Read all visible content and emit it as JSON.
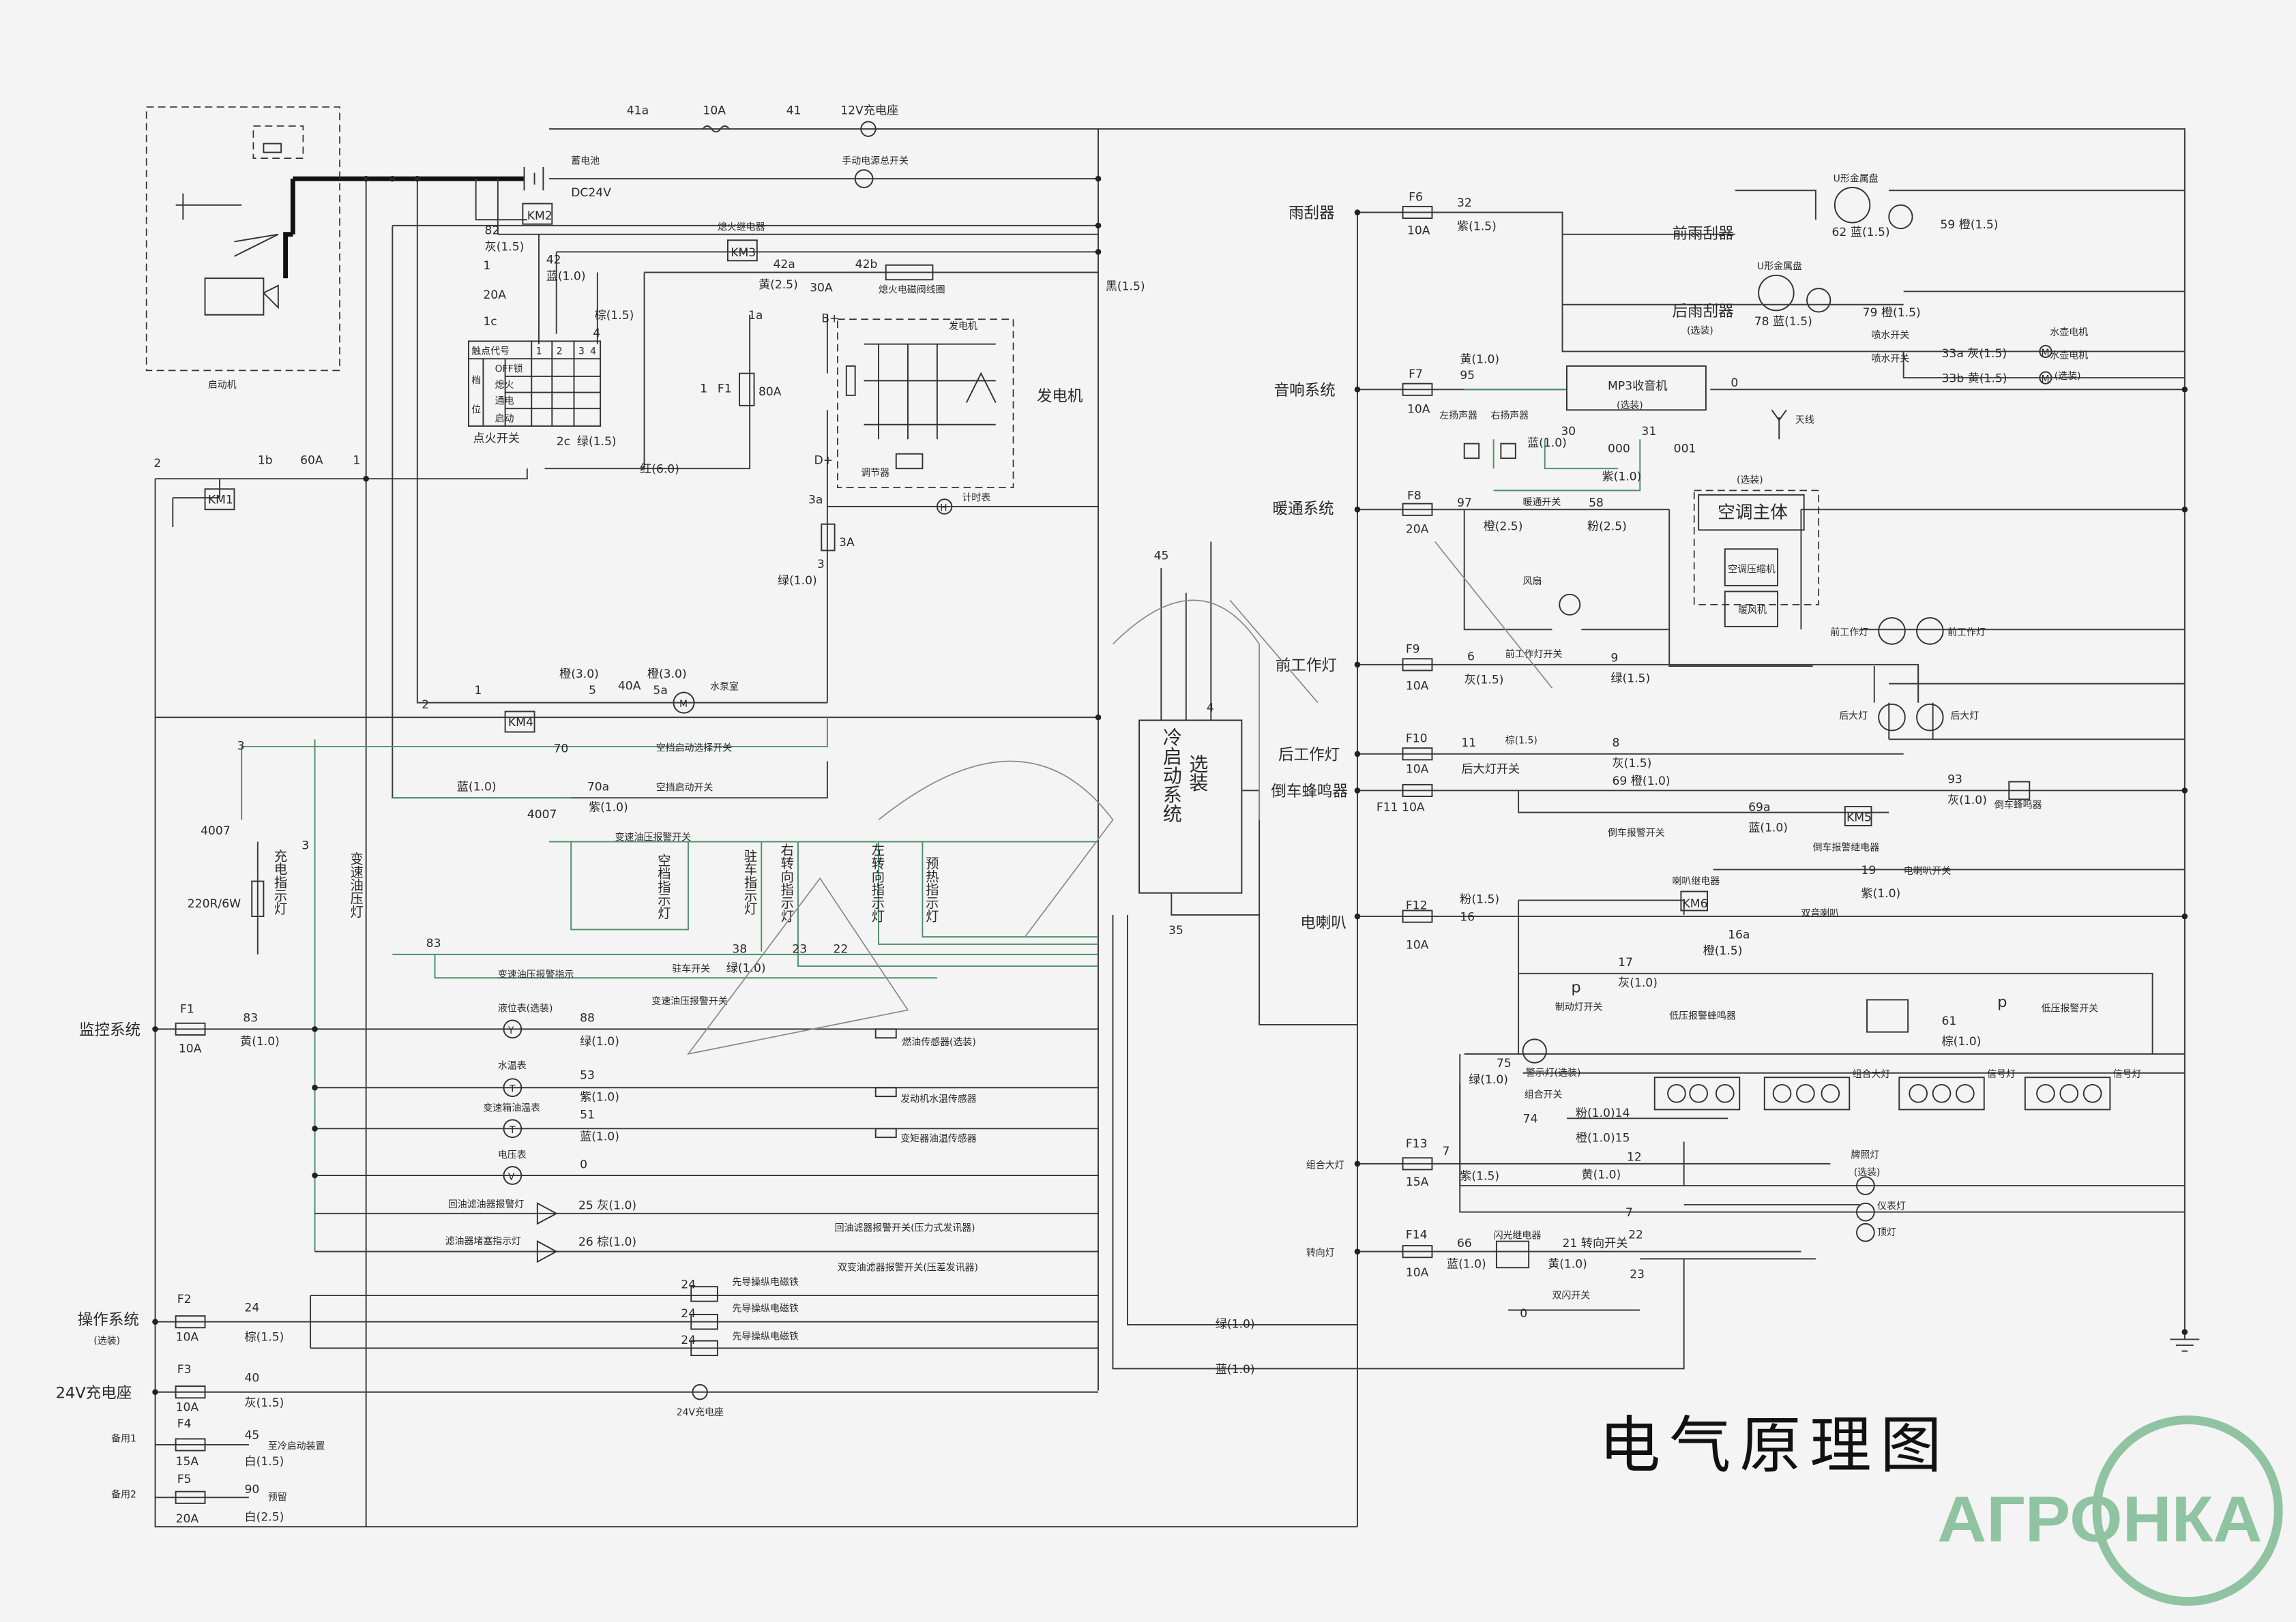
{
  "title": "电气原理图",
  "logo_text": "АГРОНКА",
  "colors": {
    "background": "#f3f4f3",
    "wire": "#3a3a3a",
    "wire_green": "#4f8f6a",
    "logo": "#8fc3a2"
  },
  "top": [
    "41a",
    "10A",
    "41",
    "12V充电座",
    "蓄电池",
    "DC24V",
    "手动电源总开关",
    "KM2",
    "熄火继电器",
    "82",
    "灰(1.5)",
    "KM3",
    "42",
    "蓝(1.0)",
    "42a",
    "黄(2.5)",
    "30A",
    "42b",
    "熄火电磁阀线圈",
    "黑(1.5)",
    "20A",
    "1",
    "1c",
    "棕(1.5)",
    "4",
    "启动机"
  ],
  "ignition": {
    "header": "触点代号",
    "cols": [
      "1",
      "2",
      "3",
      "4"
    ],
    "pos": [
      "档",
      "位"
    ],
    "rows": [
      "OFF锁",
      "熄火",
      "通电",
      "启动"
    ],
    "name": "点火开关",
    "out": [
      "2c",
      "绿(1.5)"
    ]
  },
  "generator": [
    "1a",
    "B+",
    "发电机",
    "发电机",
    "1",
    "F1",
    "80A",
    "D+",
    "调节器",
    "红(6.0)",
    "3a",
    "3A",
    "3",
    "绿(1.0)",
    "计时表",
    "H"
  ],
  "start": [
    "2",
    "1b",
    "60A",
    "1",
    "KM1",
    "45",
    "4",
    "35",
    "冷启动系统",
    "选装"
  ],
  "pump": [
    "1",
    "橙(3.0)",
    "5",
    "40A",
    "5a",
    "橙(3.0)",
    "M",
    "水泵室",
    "2",
    "KM4"
  ],
  "neutral": [
    "3",
    "70",
    "空挡启动选择开关",
    "蓝(1.0)",
    "70a",
    "紫(1.0)",
    "空挡启动开关",
    "4007"
  ],
  "indicators": [
    "4007",
    "220R/6W",
    "3",
    "充电指示灯",
    "变速油压灯",
    "变速油压报警开关",
    "空档指示灯",
    "驻车指示灯",
    "右转向指示灯",
    "左转向指示灯",
    "预热指示灯",
    "83",
    "38",
    "驻车开关",
    "绿(1.0)",
    "23",
    "22",
    "变速油压报警指示",
    "变速油压报警开关"
  ],
  "monitor": [
    "监控系统",
    "F1",
    "10A",
    "83",
    "黄(1.0)",
    "液位表(选装)",
    "Y",
    "88",
    "绿(1.0)",
    "燃油传感器(选装)",
    "水温表",
    "T",
    "53",
    "紫(1.0)",
    "发动机水温传感器",
    "变速箱油温表",
    "T",
    "51",
    "蓝(1.0)",
    "变矩器油温传感器",
    "电压表",
    "V",
    "0",
    "回油滤油器报警灯",
    "25 灰(1.0)",
    "回油滤器报警开关(压力式发讯器)",
    "滤油器堵塞指示灯",
    "26 棕(1.0)",
    "双变油滤器报警开关(压差发讯器)"
  ],
  "operation": [
    "操作系统",
    "(选装)",
    "F2",
    "10A",
    "24",
    "棕(1.5)",
    "24",
    "先导操纵电磁铁",
    "24",
    "先导操纵电磁铁",
    "24",
    "先导操纵电磁铁"
  ],
  "charger": [
    "24V充电座",
    "F3",
    "10A",
    "40",
    "灰(1.5)",
    "24V充电座"
  ],
  "spare": [
    "备用1",
    "F4",
    "15A",
    "45",
    "至冷启动装置",
    "白(1.5)",
    "备用2",
    "F5",
    "20A",
    "90",
    "预留",
    "白(2.5)"
  ],
  "wiper": [
    "雨刮器",
    "F6",
    "10A",
    "32",
    "紫(1.5)",
    "前雨刮器",
    "62 蓝(1.5)",
    "59 橙(1.5)",
    "U形金属盘",
    "后雨刮器",
    "(选装)",
    "78 蓝(1.5)",
    "79 橙(1.5)",
    "喷水开关",
    "喷水开关",
    "33a 灰(1.5)",
    "33b 黄(1.5)",
    "水壶电机",
    "水壶电机",
    "(选装)",
    "U形金属盘",
    "M",
    "M"
  ],
  "audio": [
    "音响系统",
    "F7",
    "10A",
    "黄(1.0)",
    "95",
    "MP3收音机",
    "(选装)",
    "0",
    "天线",
    "左扬声器",
    "右扬声器",
    "30",
    "蓝(1.0)",
    "31",
    "000",
    "001",
    "紫(1.0)"
  ],
  "hvac": [
    "暖通系统",
    "F8",
    "20A",
    "97",
    "暖通开关",
    "58",
    "橙(2.5)",
    "粉(2.5)",
    "(选装)",
    "空调主体",
    "空调压缩机",
    "暖风机",
    "风扇"
  ],
  "worklight": [
    "前工作灯",
    "F9",
    "10A",
    "6",
    "前工作灯开关",
    "灰(1.5)",
    "9",
    "绿(1.5)",
    "前工作灯",
    "前工作灯",
    "后大灯",
    "后大灯",
    "后工作灯",
    "F10",
    "10A",
    "11",
    "棕(1.5)",
    "后大灯开关",
    "8",
    "灰(1.5)",
    "69 橙(1.0)"
  ],
  "reverse": [
    "倒车蜂鸣器",
    "F11 10A",
    "93",
    "灰(1.0)",
    "倒车蜂鸣器",
    "倒车报警开关",
    "69a",
    "蓝(1.0)",
    "KM5",
    "倒车报警继电器"
  ],
  "horn": [
    "电喇叭开关",
    "19",
    "紫(1.0)",
    "喇叭继电器",
    "KM6",
    "双音喇叭",
    "电喇叭",
    "F12",
    "10A",
    "粉(1.5)",
    "16",
    "16a",
    "橙(1.5)",
    "17",
    "灰(1.0)",
    "制动灯开关",
    "低压报警蜂鸣器",
    "61",
    "棕(1.0)",
    "低压报警开关",
    "p",
    "p"
  ],
  "lights": [
    "75",
    "警示灯(选装)",
    "绿(1.0)",
    "组合开关",
    "74",
    "粉(1.0)14",
    "橙(1.0)15",
    "组合大灯",
    "信号灯",
    "信号灯",
    "组合大灯",
    "F13",
    "15A",
    "7",
    "紫(1.5)",
    "12",
    "黄(1.0)",
    "牌照灯",
    "(选装)",
    "仪表灯",
    "顶灯",
    "7"
  ],
  "turn": [
    "转向灯",
    "F14",
    "10A",
    "66",
    "蓝(1.0)",
    "闪光继电器",
    "21 转向开关",
    "黄(1.0)",
    "22",
    "23",
    "双闪开关",
    "0",
    "绿(1.0)",
    "蓝(1.0)"
  ]
}
